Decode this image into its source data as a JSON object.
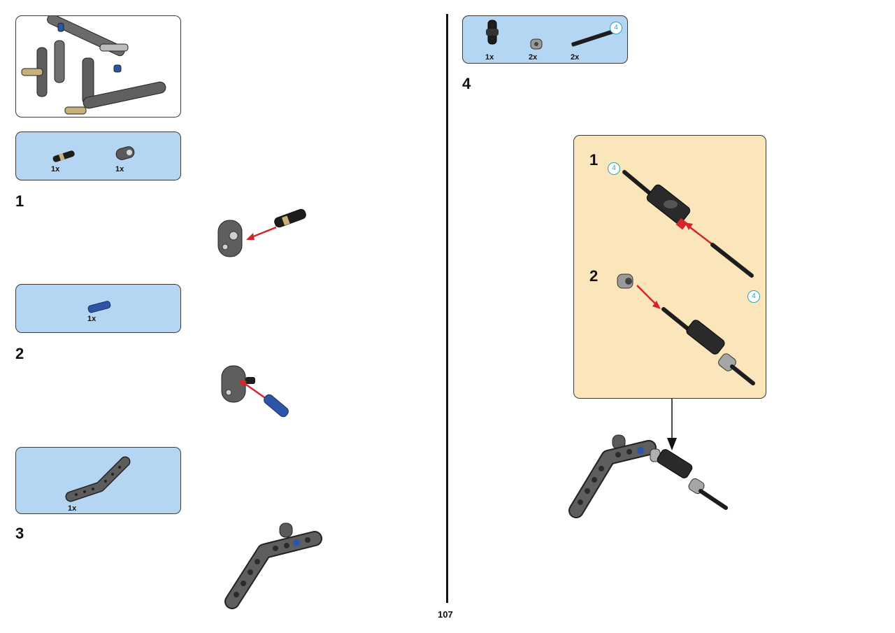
{
  "page": {
    "number": "107"
  },
  "left": {
    "preview_label": "",
    "steps": [
      {
        "number": "1",
        "parts": [
          {
            "name": "black-friction-pin",
            "qty": "1x"
          },
          {
            "name": "dark-gray-pin-connector",
            "qty": "1x"
          }
        ]
      },
      {
        "number": "2",
        "parts": [
          {
            "name": "blue-axle-pin",
            "qty": "1x"
          }
        ]
      },
      {
        "number": "3",
        "parts": [
          {
            "name": "dark-gray-bent-beam",
            "qty": "1x"
          }
        ]
      }
    ]
  },
  "right": {
    "parts": [
      {
        "name": "black-axle-connector",
        "qty": "1x"
      },
      {
        "name": "light-gray-bush",
        "qty": "2x"
      },
      {
        "name": "black-axle-4",
        "qty": "2x",
        "length": "4"
      }
    ],
    "step": {
      "number": "4"
    },
    "substeps": [
      {
        "number": "1",
        "length_a": "4"
      },
      {
        "number": "2",
        "length_b": "4"
      }
    ]
  },
  "colors": {
    "parts_bg": "#b5d6f2",
    "sub_bg": "#fbe6bb",
    "arrow": "#d3262a",
    "badge": "#2aa6b0"
  }
}
